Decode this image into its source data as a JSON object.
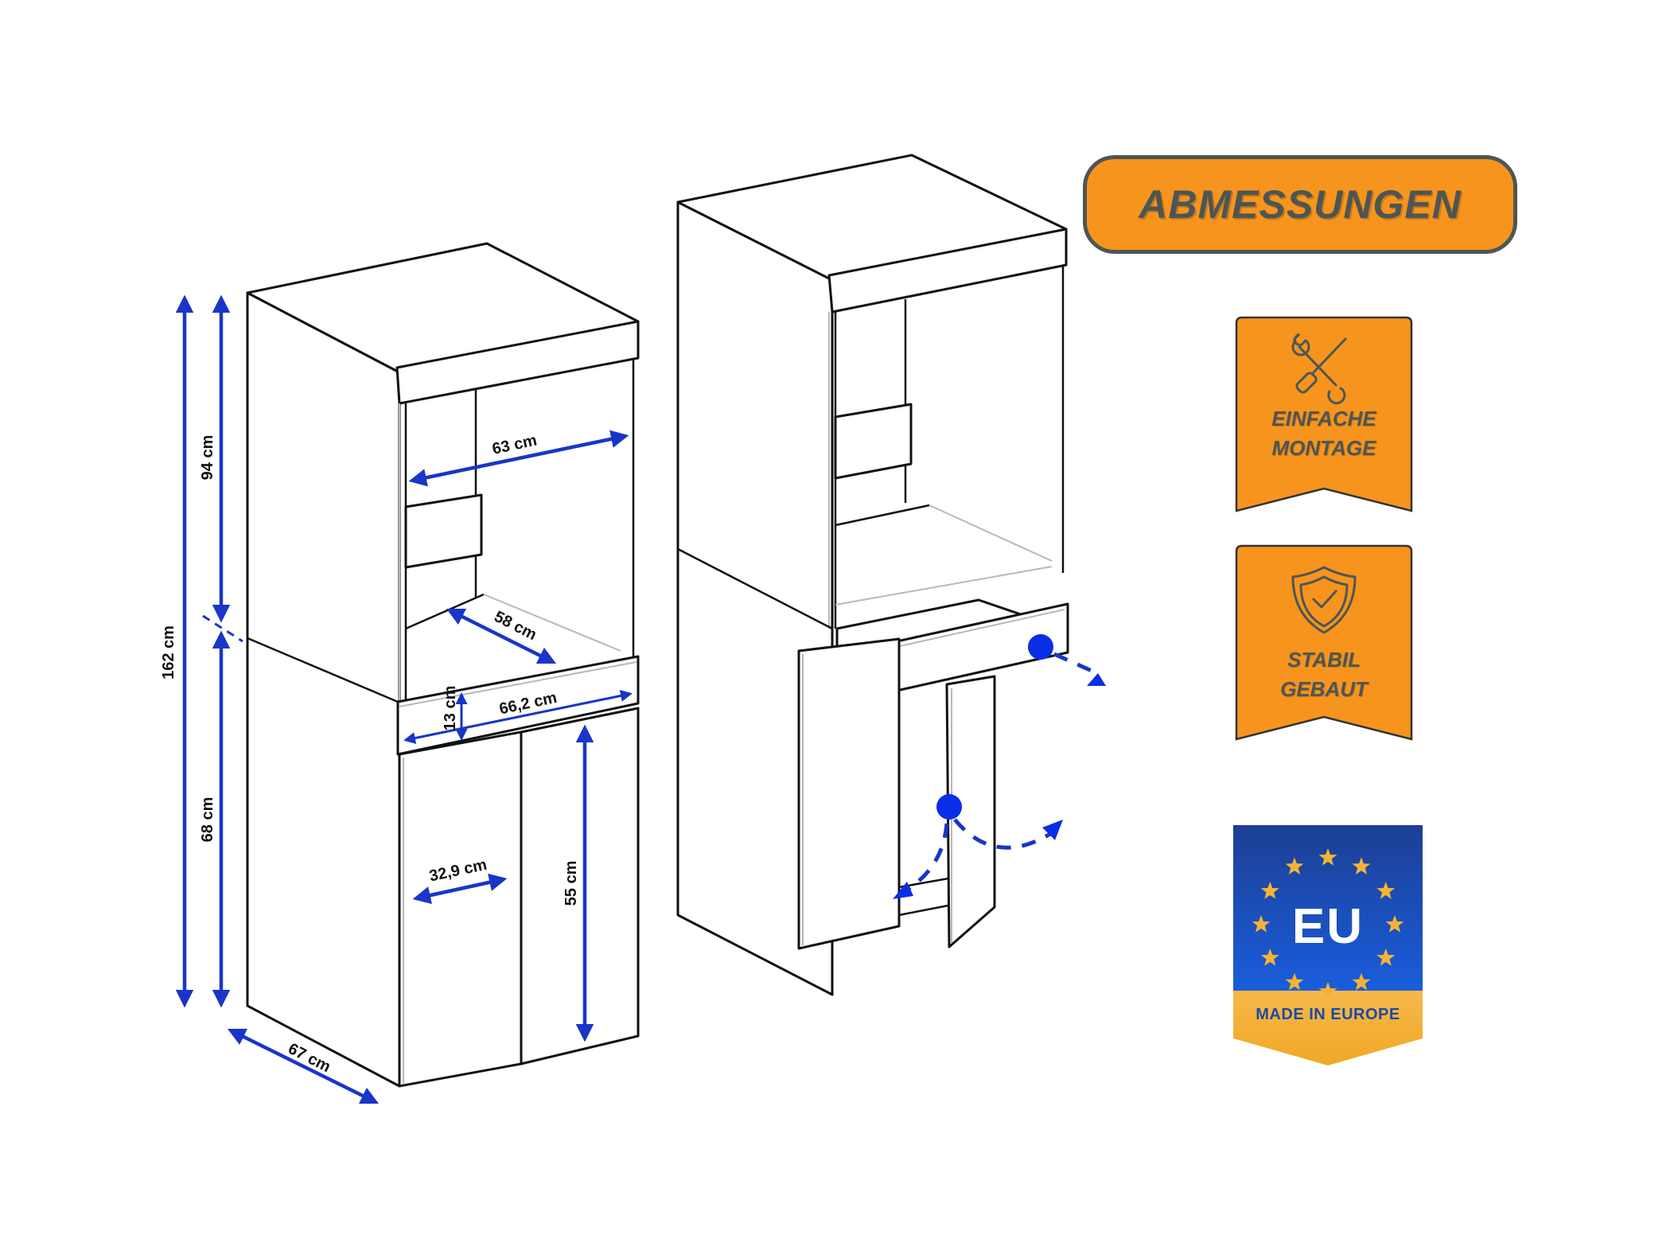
{
  "title": "ABMESSUNGEN",
  "colors": {
    "accent_orange": "#f7941d",
    "badge_text": "#4d5654",
    "dimension_blue": "#1a35c8",
    "eu_blue": "#1b4aa6",
    "eu_gold": "#f5b335"
  },
  "dimensions": {
    "total_height": "162 cm",
    "upper_height": "94 cm",
    "lower_height": "68 cm",
    "inner_width": "63 cm",
    "shelf_depth": "58 cm",
    "outer_width": "66,2 cm",
    "drawer_height": "13 cm",
    "door_width": "32,9 cm",
    "door_height": "55 cm",
    "depth": "67 cm"
  },
  "badges": [
    {
      "icon": "wrench-screwdriver-icon",
      "line1": "EINFACHE",
      "line2": "MONTAGE"
    },
    {
      "icon": "shield-check-icon",
      "line1": "STABIL",
      "line2": "GEBAUT"
    }
  ],
  "eu_badge": {
    "emblem": "EU",
    "caption": "MADE IN EUROPE"
  }
}
